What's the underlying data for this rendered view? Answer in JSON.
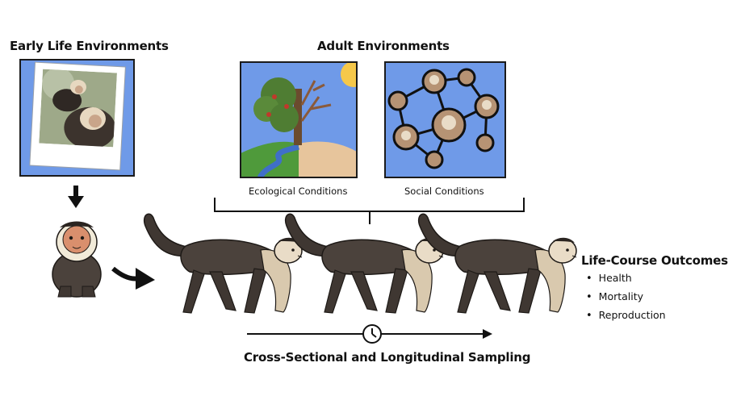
{
  "headings": {
    "early_life": "Early Life Environments",
    "adult": "Adult Environments",
    "outcomes": "Life-Course Outcomes",
    "sampling": "Cross-Sectional and Longitudinal Sampling"
  },
  "panels": {
    "ecological": "Ecological Conditions",
    "social": "Social Conditions"
  },
  "outcomes": [
    "Health",
    "Mortality",
    "Reproduction"
  ],
  "icons": {
    "down_arrow": "arrow-down-icon",
    "curved_arrow": "curved-arrow-icon",
    "clock": "clock-icon"
  },
  "colors": {
    "panel_blue": "#6f9ae8",
    "panel_border": "#1b1b1b",
    "sun": "#f6c84a",
    "grass": "#4f9a3b",
    "sand": "#e7c59c",
    "water": "#3f6fc8",
    "monkey_fur": "#4b423c",
    "monkey_face": "#e9dcc7"
  }
}
